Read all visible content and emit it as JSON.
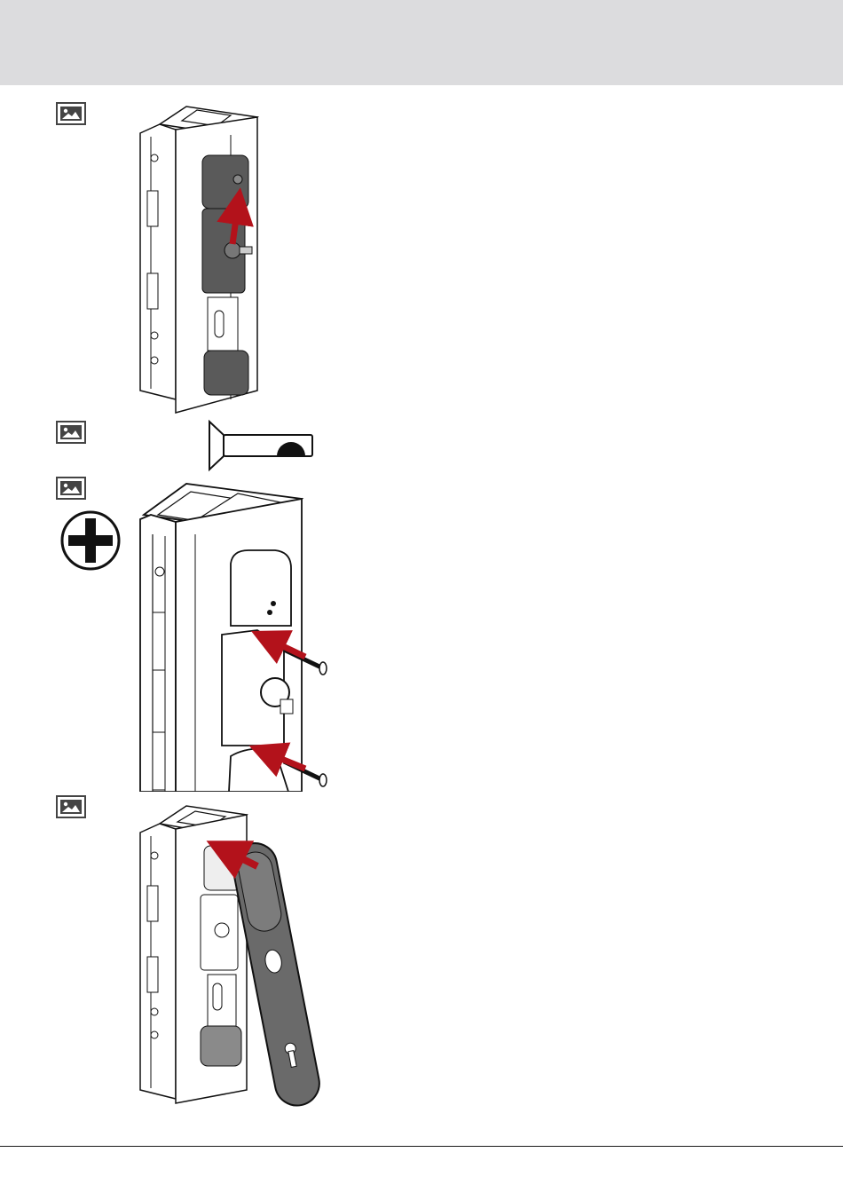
{
  "page": {
    "background": "#ffffff",
    "header_color": "#dcdcde",
    "accent_red": "#b3121b",
    "housing_gray": "#5a5a5a"
  },
  "steps": [
    {
      "id": 1,
      "icon": "image-placeholder-icon",
      "illustration": "lock-module-slide-up-illustration"
    },
    {
      "id": 2,
      "icon": "image-placeholder-icon",
      "illustration": "countersunk-screw-illustration"
    },
    {
      "id": 3,
      "icon": "image-placeholder-icon",
      "tool_icon": "phillips-screwdriver-icon",
      "illustration": "screw-fastening-illustration"
    },
    {
      "id": 4,
      "icon": "image-placeholder-icon",
      "illustration": "handle-attach-illustration"
    }
  ]
}
